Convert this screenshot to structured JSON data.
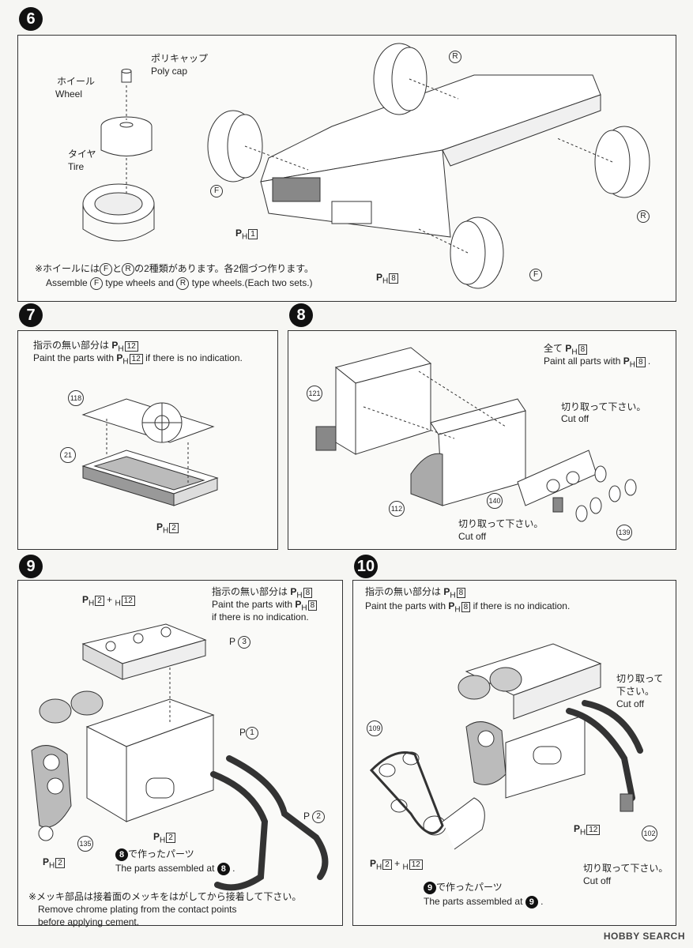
{
  "step6": {
    "number": "6",
    "polycap_jp": "ポリキャップ",
    "polycap_en": "Poly cap",
    "wheel_jp": "ホイール",
    "wheel_en": "Wheel",
    "tire_jp": "タイヤ",
    "tire_en": "Tire",
    "mark_r": "R",
    "mark_f": "F",
    "ph1_label": "P",
    "ph1_sub": "H",
    "ph1_box": "1",
    "ph8_label": "P",
    "ph8_sub": "H",
    "ph8_box": "8",
    "note_jp_a": "※ホイールには",
    "note_jp_b": "と",
    "note_jp_c": "の2種類があります。各2個づつ作ります。",
    "note_en_a": "Assemble",
    "note_en_b": "type wheels and",
    "note_en_c": "type wheels.(Each two sets.)"
  },
  "step7": {
    "number": "7",
    "paint_jp": "指示の無い部分は",
    "paint_en_a": "Paint the parts with",
    "paint_en_b": "if there is no indication.",
    "p_label": "P",
    "p_sub": "H",
    "p_box": "12",
    "part_118": "118",
    "part_21": "21",
    "bottom_p": "P",
    "bottom_sub": "H",
    "bottom_box": "2"
  },
  "step8": {
    "number": "8",
    "all_jp": "全て",
    "all_en_a": "Paint all parts with",
    "p_label": "P",
    "p_sub": "H",
    "p_box": "8",
    "cut_jp": "切り取って下さい。",
    "cut_en": "Cut off",
    "cut2_jp": "切り取って下さい。",
    "cut2_en": "Cut off",
    "part_121": "121",
    "part_112": "112",
    "part_140": "140",
    "part_139": "139"
  },
  "step9": {
    "number": "9",
    "ph_label": "P",
    "ph_sub": "H",
    "ph_box1": "2",
    "ph_plus": "+",
    "ph_sub2": "H",
    "ph_box2": "12",
    "paint_jp": "指示の無い部分は",
    "paint_en_a": "Paint the parts with",
    "paint_en_b": "if there is no indication.",
    "p8_label": "P",
    "p8_sub": "H",
    "p8_box": "8",
    "p3": "P",
    "p3_num": "3",
    "p1": "P",
    "p1_num": "1",
    "p2": "P",
    "p2_num": "2",
    "part_135": "135",
    "ph2a_label": "P",
    "ph2a_sub": "H",
    "ph2a_box": "2",
    "ph2b_label": "P",
    "ph2b_sub": "H",
    "ph2b_box": "2",
    "made_jp": "で作ったパーツ",
    "made_num": "8",
    "made_en": "The parts assembled at",
    "chrome_jp": "※メッキ部品は接着面のメッキをはがしてから接着して下さい。",
    "chrome_en1": "Remove chrome plating from the contact points",
    "chrome_en2": "before applying cement."
  },
  "step10": {
    "number": "10",
    "paint_jp": "指示の無い部分は",
    "paint_en_a": "Paint the parts with",
    "paint_en_b": "if there is no indication.",
    "p_label": "P",
    "p_sub": "H",
    "p_box": "8",
    "cut_jp1": "切り取って",
    "cut_jp2": "下さい。",
    "cut_en": "Cut off",
    "cut2_jp": "切り取って下さい。",
    "cut2_en": "Cut off",
    "part_109": "109",
    "part_102": "102",
    "ph12_label": "P",
    "ph12_sub": "H",
    "ph12_box": "12",
    "ph_combo_label": "P",
    "ph_combo_sub": "H",
    "ph_combo_box1": "2",
    "ph_combo_plus": "+",
    "ph_combo_sub2": "H",
    "ph_combo_box2": "12",
    "made_jp": "で作ったパーツ",
    "made_num": "9",
    "made_en": "The parts assembled at"
  },
  "watermark": "HOBBY SEARCH"
}
